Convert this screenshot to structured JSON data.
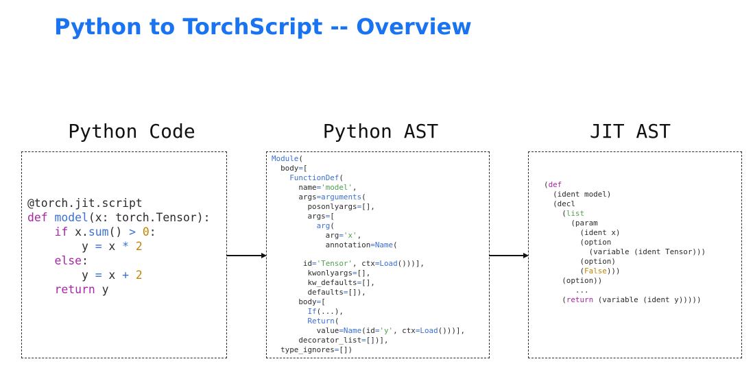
{
  "title": "Python to TorchScript -- Overview",
  "columns": {
    "python_code": "Python Code",
    "python_ast": "Python AST",
    "jit_ast": "JIT AST"
  },
  "python_code_lines": [
    [
      {
        "t": "@torch.jit.script",
        "c": ""
      }
    ],
    [
      {
        "t": "def",
        "c": "kw"
      },
      {
        "t": " ",
        "c": ""
      },
      {
        "t": "model",
        "c": "fn"
      },
      {
        "t": "(x: torch.Tensor):",
        "c": ""
      }
    ],
    [
      {
        "t": "    ",
        "c": ""
      },
      {
        "t": "if",
        "c": "kw"
      },
      {
        "t": " x.",
        "c": ""
      },
      {
        "t": "sum",
        "c": "fn"
      },
      {
        "t": "() ",
        "c": ""
      },
      {
        "t": ">",
        "c": "op"
      },
      {
        "t": " ",
        "c": ""
      },
      {
        "t": "0",
        "c": "num"
      },
      {
        "t": ":",
        "c": ""
      }
    ],
    [
      {
        "t": "        y ",
        "c": ""
      },
      {
        "t": "=",
        "c": "op"
      },
      {
        "t": " x ",
        "c": ""
      },
      {
        "t": "*",
        "c": "op"
      },
      {
        "t": " ",
        "c": ""
      },
      {
        "t": "2",
        "c": "num"
      }
    ],
    [
      {
        "t": "    ",
        "c": ""
      },
      {
        "t": "else",
        "c": "kw"
      },
      {
        "t": ":",
        "c": ""
      }
    ],
    [
      {
        "t": "        y ",
        "c": ""
      },
      {
        "t": "=",
        "c": "op"
      },
      {
        "t": " x ",
        "c": ""
      },
      {
        "t": "+",
        "c": "op"
      },
      {
        "t": " ",
        "c": ""
      },
      {
        "t": "2",
        "c": "num"
      }
    ],
    [
      {
        "t": "    ",
        "c": ""
      },
      {
        "t": "return",
        "c": "kw"
      },
      {
        "t": " y",
        "c": ""
      }
    ]
  ],
  "python_ast_lines": [
    [
      {
        "t": "Module",
        "c": "fn"
      },
      {
        "t": "(",
        "c": ""
      }
    ],
    [
      {
        "t": "  body",
        "c": ""
      },
      {
        "t": "=",
        "c": "op"
      },
      {
        "t": "[",
        "c": ""
      }
    ],
    [
      {
        "t": "    ",
        "c": ""
      },
      {
        "t": "FunctionDef",
        "c": "fn"
      },
      {
        "t": "(",
        "c": ""
      }
    ],
    [
      {
        "t": "      name",
        "c": ""
      },
      {
        "t": "=",
        "c": "op"
      },
      {
        "t": "'model'",
        "c": "str"
      },
      {
        "t": ",",
        "c": ""
      }
    ],
    [
      {
        "t": "      args",
        "c": ""
      },
      {
        "t": "=",
        "c": "op"
      },
      {
        "t": "arguments",
        "c": "fn"
      },
      {
        "t": "(",
        "c": ""
      }
    ],
    [
      {
        "t": "        posonlyargs",
        "c": ""
      },
      {
        "t": "=",
        "c": "op"
      },
      {
        "t": "[],",
        "c": ""
      }
    ],
    [
      {
        "t": "        args",
        "c": ""
      },
      {
        "t": "=",
        "c": "op"
      },
      {
        "t": "[",
        "c": ""
      }
    ],
    [
      {
        "t": "          ",
        "c": ""
      },
      {
        "t": "arg",
        "c": "fn"
      },
      {
        "t": "(",
        "c": ""
      }
    ],
    [
      {
        "t": "            arg",
        "c": ""
      },
      {
        "t": "=",
        "c": "op"
      },
      {
        "t": "'x'",
        "c": "str"
      },
      {
        "t": ",",
        "c": ""
      }
    ],
    [
      {
        "t": "            annotation",
        "c": ""
      },
      {
        "t": "=",
        "c": "op"
      },
      {
        "t": "Name",
        "c": "fn"
      },
      {
        "t": "(",
        "c": ""
      }
    ],
    [
      {
        "t": "",
        "c": ""
      }
    ],
    [
      {
        "t": "       id",
        "c": ""
      },
      {
        "t": "=",
        "c": "op"
      },
      {
        "t": "'Tensor'",
        "c": "str"
      },
      {
        "t": ", ctx",
        "c": ""
      },
      {
        "t": "=",
        "c": "op"
      },
      {
        "t": "Load",
        "c": "fn"
      },
      {
        "t": "()))],",
        "c": ""
      }
    ],
    [
      {
        "t": "        kwonlyargs",
        "c": ""
      },
      {
        "t": "=",
        "c": "op"
      },
      {
        "t": "[],",
        "c": ""
      }
    ],
    [
      {
        "t": "        kw_defaults",
        "c": ""
      },
      {
        "t": "=",
        "c": "op"
      },
      {
        "t": "[],",
        "c": ""
      }
    ],
    [
      {
        "t": "        defaults",
        "c": ""
      },
      {
        "t": "=",
        "c": "op"
      },
      {
        "t": "[]),",
        "c": ""
      }
    ],
    [
      {
        "t": "      body",
        "c": ""
      },
      {
        "t": "=",
        "c": "op"
      },
      {
        "t": "[",
        "c": ""
      }
    ],
    [
      {
        "t": "        ",
        "c": ""
      },
      {
        "t": "If",
        "c": "fn"
      },
      {
        "t": "(...),",
        "c": ""
      }
    ],
    [
      {
        "t": "        ",
        "c": ""
      },
      {
        "t": "Return",
        "c": "fn"
      },
      {
        "t": "(",
        "c": ""
      }
    ],
    [
      {
        "t": "          value",
        "c": ""
      },
      {
        "t": "=",
        "c": "op"
      },
      {
        "t": "Name",
        "c": "fn"
      },
      {
        "t": "(id",
        "c": ""
      },
      {
        "t": "=",
        "c": "op"
      },
      {
        "t": "'y'",
        "c": "str"
      },
      {
        "t": ", ctx",
        "c": ""
      },
      {
        "t": "=",
        "c": "op"
      },
      {
        "t": "Load",
        "c": "fn"
      },
      {
        "t": "()))],",
        "c": ""
      }
    ],
    [
      {
        "t": "      decorator_list",
        "c": ""
      },
      {
        "t": "=",
        "c": "op"
      },
      {
        "t": "[])],",
        "c": ""
      }
    ],
    [
      {
        "t": "  type_ignores",
        "c": ""
      },
      {
        "t": "=",
        "c": "op"
      },
      {
        "t": "[])",
        "c": ""
      }
    ]
  ],
  "jit_ast_lines": [
    [
      {
        "t": "(",
        "c": ""
      },
      {
        "t": "def",
        "c": "kw"
      }
    ],
    [
      {
        "t": "  (ident model)",
        "c": ""
      }
    ],
    [
      {
        "t": "  (decl",
        "c": ""
      }
    ],
    [
      {
        "t": "    (",
        "c": ""
      },
      {
        "t": "list",
        "c": "str"
      }
    ],
    [
      {
        "t": "      (param",
        "c": ""
      }
    ],
    [
      {
        "t": "        (ident x)",
        "c": ""
      }
    ],
    [
      {
        "t": "        (option",
        "c": ""
      }
    ],
    [
      {
        "t": "          (variable (ident Tensor)))",
        "c": ""
      }
    ],
    [
      {
        "t": "        (option)",
        "c": ""
      }
    ],
    [
      {
        "t": "        (",
        "c": ""
      },
      {
        "t": "False",
        "c": "bool"
      },
      {
        "t": ")))",
        "c": ""
      }
    ],
    [
      {
        "t": "    (option))",
        "c": ""
      }
    ],
    [
      {
        "t": "       ...",
        "c": ""
      }
    ],
    [
      {
        "t": "    (",
        "c": ""
      },
      {
        "t": "return",
        "c": "kw"
      },
      {
        "t": " (variable (ident y)))))",
        "c": ""
      }
    ]
  ],
  "colors": {
    "title": "#1a73f0",
    "keyword": "#a626a4",
    "function": "#3b6fd6",
    "number": "#c18401",
    "string": "#50a14f",
    "text": "#2b2b2b"
  }
}
